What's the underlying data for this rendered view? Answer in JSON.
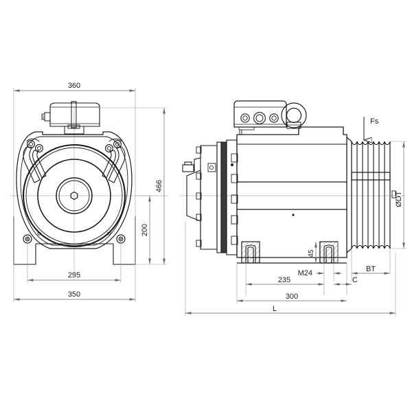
{
  "drawing": {
    "title": "Gearless elevator traction machine outline drawing",
    "background_color": "#ffffff",
    "line_color": "#1a1a1a",
    "thin_line_color": "#8a8a8a",
    "center_line_color": "#aaaaaa",
    "views": [
      {
        "name": "front-view",
        "description": "Front (axial) view of traction machine showing brake, sheave hub and base"
      },
      {
        "name": "side-view",
        "description": "Side view showing terminal box, lifting eye, motor body, traction sheave with grooves and mounting feet"
      }
    ],
    "dimensions": {
      "front_width_overall": "360",
      "front_height_overall": "466",
      "front_shaft_height": "200",
      "front_foot_hole_span": "295",
      "front_base_width": "350",
      "side_foot_height": "45",
      "side_bolt_thread": "M24",
      "side_foot_span": "235",
      "side_body_length": "300",
      "side_total_length": "L",
      "side_sheave_width": "BT",
      "side_sheave_offset": "C",
      "sheave_diameter": "ØDT",
      "sheave_load_arrow": "Fs"
    },
    "sheave": {
      "groove_count": 7,
      "label": "traction-sheave"
    },
    "terminal_box": {
      "gland_count": 3,
      "label": "terminal-box"
    }
  }
}
